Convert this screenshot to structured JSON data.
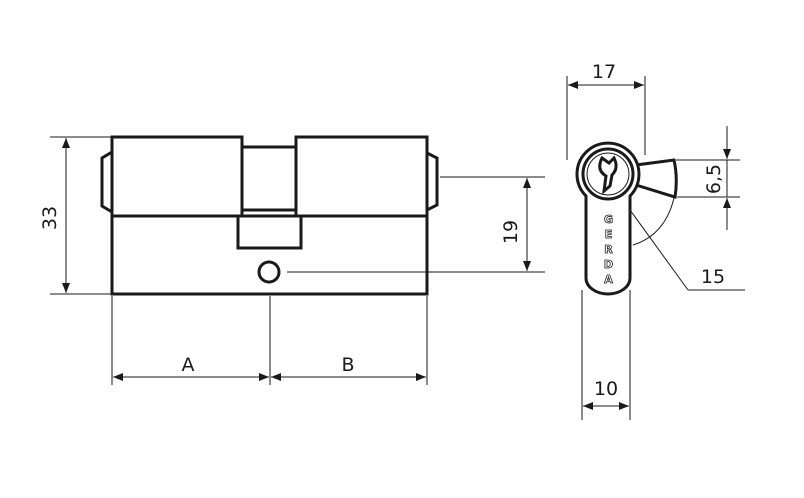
{
  "title": "Euro profile lock cylinder dimensions",
  "dimensions": {
    "height": "33",
    "cam_offset": "19",
    "side_a": "A",
    "side_b": "B",
    "profile_width": "17",
    "tail_width": "10",
    "cam_height": "6,5",
    "cam_radius": "15"
  },
  "brand": "GERDA",
  "colors": {
    "line": "#1a1a1a",
    "background": "#ffffff"
  }
}
